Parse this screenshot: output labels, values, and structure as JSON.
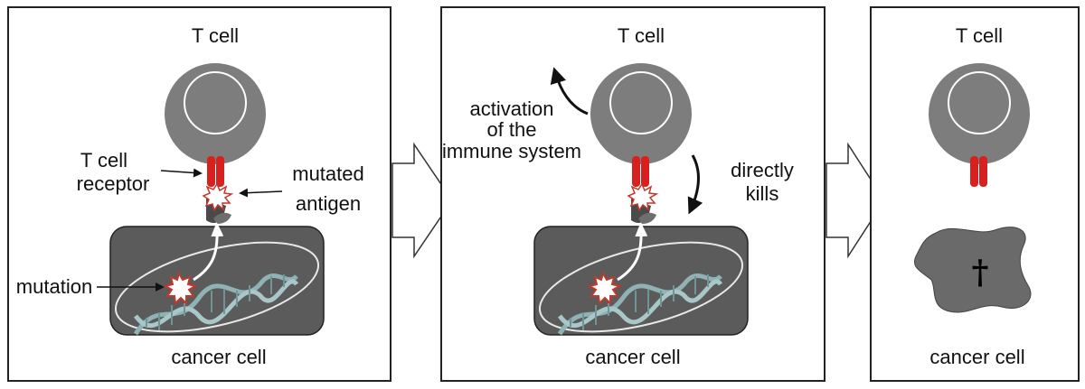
{
  "panels": [
    {
      "title": "T cell",
      "receptor_label": [
        "T cell",
        "receptor"
      ],
      "antigen_label": [
        "mutated",
        "antigen"
      ],
      "mutation_label": "mutation",
      "cell_label": "cancer cell"
    },
    {
      "title": "T cell",
      "activation_label": [
        "activation",
        "of the",
        "immune system"
      ],
      "kills_label": [
        "directly",
        "kills"
      ],
      "cell_label": "cancer cell"
    },
    {
      "title": "T cell",
      "cross_symbol": "†",
      "cell_label": "cancer cell"
    }
  ],
  "colors": {
    "t_cell": "#7d7d7d",
    "receptor": "#d8201f",
    "cancer_cell": "#5b5b5b",
    "dna": "#8fb3b5",
    "mutation_burst": "#c0392b",
    "dead_cell": "#6a6a6a"
  }
}
